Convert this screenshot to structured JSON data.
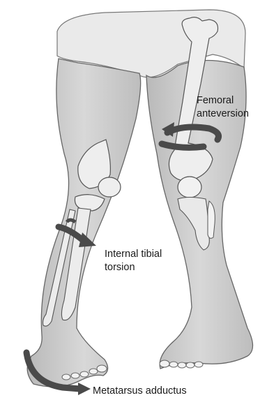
{
  "labels": {
    "femoral": {
      "line1": "Femoral",
      "line2": "anteversion"
    },
    "tibial": {
      "line1": "Internal tibial",
      "line2": "torsion"
    },
    "metatarsus": {
      "text": "Metatarsus adductus"
    }
  },
  "colors": {
    "skin": "#cfcfcf",
    "skin_shadow": "#a9a9a9",
    "bone": "#eeeeee",
    "outline": "#555555",
    "arrow": "#4a4a4a",
    "diaper": "#e9e9e9"
  }
}
